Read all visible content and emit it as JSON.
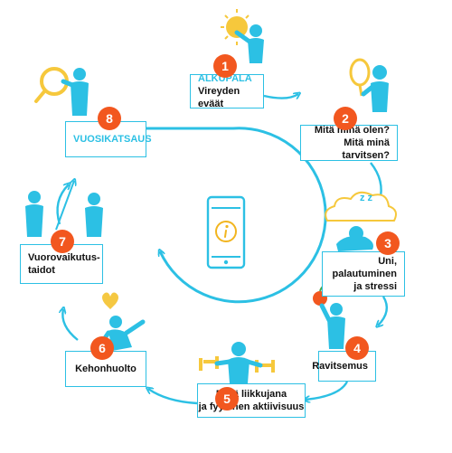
{
  "colors": {
    "accent": "#2cc0e4",
    "badge": "#f2571f",
    "sun": "#f6c83c",
    "heart": "#f5c842",
    "apple": "#f2571f"
  },
  "center_icon": "info-icon",
  "steps": [
    {
      "number": "1",
      "line1": "ALKUPALA",
      "line2": "Vireyden eväät",
      "icon": "sun-icon"
    },
    {
      "number": "2",
      "line1": "Mitä minä olen?",
      "line2": "Mitä minä tarvitsen?",
      "icon": "mirror-icon"
    },
    {
      "number": "3",
      "line1": "Uni, palautuminen",
      "line2": "ja stressi",
      "icon": "cloud-sleep-icon"
    },
    {
      "number": "4",
      "line1": "Ravitsemus",
      "icon": "apple-icon"
    },
    {
      "number": "5",
      "line1": "Minä liikkujana",
      "line2": "ja fyysinen aktiivisuus",
      "icon": "dumbbell-icon"
    },
    {
      "number": "6",
      "line1": "Kehonhuolto",
      "icon": "heart-icon"
    },
    {
      "number": "7",
      "line1": "Vuorovaikutus-",
      "line2": "taidot",
      "icon": "people-icon"
    },
    {
      "number": "8",
      "line1": "VUOSIKATSAUS",
      "icon": "magnifier-icon"
    }
  ],
  "zzz": "z z"
}
